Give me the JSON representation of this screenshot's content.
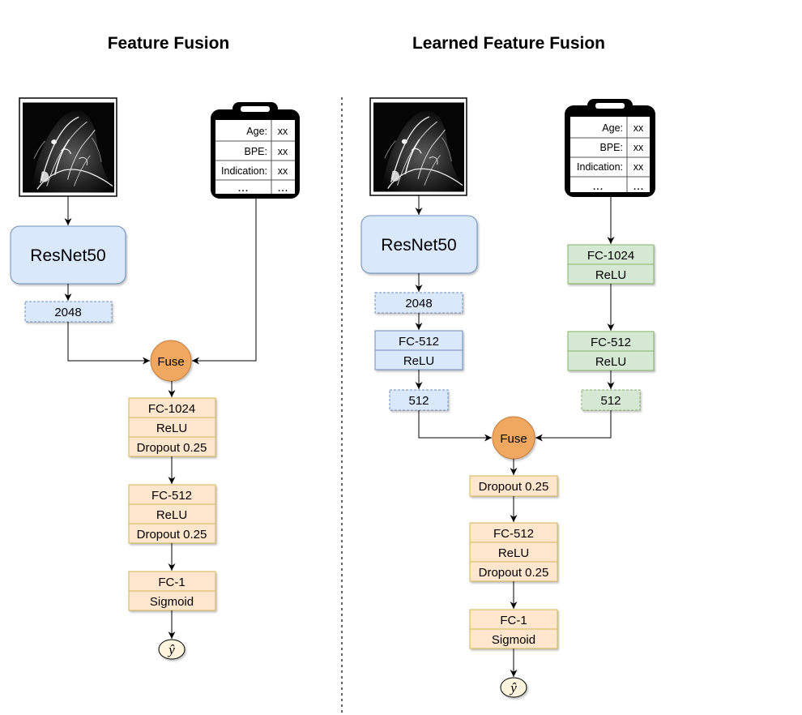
{
  "panels": [
    {
      "title": "Feature Fusion",
      "backbone": "ResNet50",
      "image_features": "2048",
      "fuse": "Fuse",
      "clinical_fields": [
        {
          "key": "Age:",
          "value": "xx"
        },
        {
          "key": "BPE:",
          "value": "xx"
        },
        {
          "key": "Indication:",
          "value": "xx"
        },
        {
          "key": "...",
          "value": "..."
        }
      ],
      "head": [
        [
          "FC-1024",
          "ReLU",
          "Dropout 0.25"
        ],
        [
          "FC-512",
          "ReLU",
          "Dropout 0.25"
        ],
        [
          "FC-1",
          "Sigmoid"
        ]
      ],
      "output": "ŷ"
    },
    {
      "title": "Learned Feature Fusion",
      "backbone": "ResNet50",
      "image_features": "2048",
      "image_fc": [
        "FC-512",
        "ReLU"
      ],
      "image_out": "512",
      "clinical_fields": [
        {
          "key": "Age:",
          "value": "xx"
        },
        {
          "key": "BPE:",
          "value": "xx"
        },
        {
          "key": "Indication:",
          "value": "xx"
        },
        {
          "key": "...",
          "value": "..."
        }
      ],
      "clinical_fc1": [
        "FC-1024",
        "ReLU"
      ],
      "clinical_fc2": [
        "FC-512",
        "ReLU"
      ],
      "clinical_out": "512",
      "fuse": "Fuse",
      "head": [
        [
          "Dropout 0.25"
        ],
        [
          "FC-512",
          "ReLU",
          "Dropout 0.25"
        ],
        [
          "FC-1",
          "Sigmoid"
        ]
      ],
      "output": "ŷ"
    }
  ],
  "colors": {
    "blue_fill": "#dae8fc",
    "blue_stroke": "#6c8ebf",
    "green_fill": "#d5e8d4",
    "green_stroke": "#82b366",
    "orange_fill": "#ffe6cc",
    "orange_stroke": "#d6b656",
    "fuse_fill": "#f0a861",
    "fuse_stroke": "#c17a3a",
    "output_fill": "#fef3dd"
  },
  "icons": [
    "mri-image-icon",
    "clipboard-icon",
    "arrow-icon"
  ]
}
